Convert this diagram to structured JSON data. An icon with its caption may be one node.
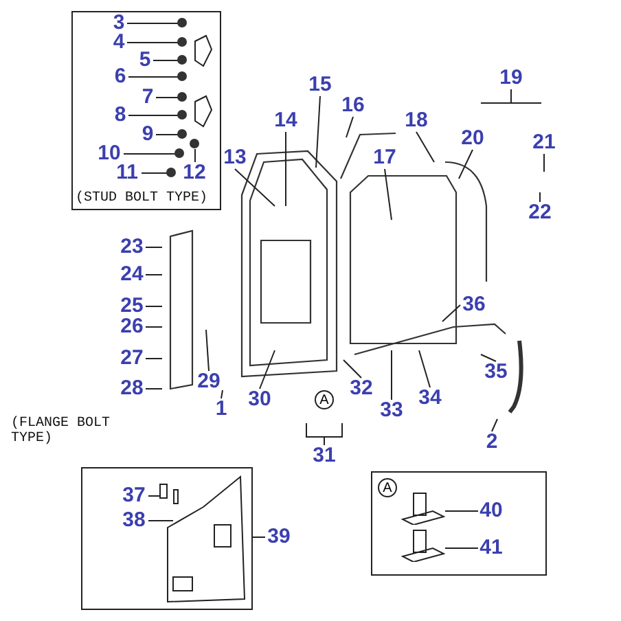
{
  "diagram": {
    "nodes": [
      {
        "text": [
          "(STUD BOLT TYPE)"
        ]
      },
      {
        "text": [
          "3"
        ],
        "in": 0
      },
      {
        "text": [
          "4"
        ],
        "in": 0
      },
      {
        "text": [
          "5"
        ],
        "in": 0
      },
      {
        "text": [
          "6"
        ],
        "in": 0
      },
      {
        "text": [
          "7"
        ],
        "in": 0
      },
      {
        "text": [
          "8"
        ],
        "in": 0
      },
      {
        "text": [
          "9"
        ],
        "in": 0
      },
      {
        "text": [
          "10"
        ],
        "in": 0
      },
      {
        "text": [
          "11"
        ],
        "in": 0
      },
      {
        "text": [
          "12"
        ],
        "in": 0
      },
      {
        "text": [
          "15"
        ]
      },
      {
        "text": [
          "16"
        ]
      },
      {
        "text": [
          "19"
        ]
      },
      {
        "text": [
          "13"
        ]
      },
      {
        "text": [
          "14"
        ]
      },
      {
        "text": [
          "18"
        ]
      },
      {
        "text": [
          "21"
        ]
      },
      {
        "text": [
          "17"
        ]
      },
      {
        "text": [
          "20"
        ]
      },
      {
        "text": [
          "22"
        ]
      },
      {
        "text": [
          "23"
        ]
      },
      {
        "text": [
          "24"
        ]
      },
      {
        "text": [
          "36"
        ]
      },
      {
        "text": [
          "25"
        ]
      },
      {
        "text": [
          "26"
        ]
      },
      {
        "text": [
          "27"
        ]
      },
      {
        "text": [
          "35"
        ]
      },
      {
        "text": [
          "29"
        ]
      },
      {
        "text": [
          "32"
        ]
      },
      {
        "text": [
          "28"
        ]
      },
      {
        "text": [
          "30"
        ]
      },
      {
        "text": [
          "34"
        ]
      },
      {
        "text": [
          "1"
        ]
      },
      {
        "text": [
          "33"
        ]
      },
      {
        "text": [
          "2"
        ]
      },
      {
        "text": [
          "31"
        ]
      },
      {
        "text": [],
        "shape": "box"
      },
      {
        "text": [
          "37"
        ],
        "in": 37
      },
      {
        "text": [
          "38"
        ],
        "in": 37
      },
      {
        "text": [
          "39"
        ]
      },
      {
        "text": [
          "A"
        ]
      },
      {
        "text": [
          "40"
        ],
        "in": 41
      },
      {
        "text": [
          "41"
        ],
        "in": 41
      },
      {
        "text": [],
        "shape": "box",
        "in": 37
      },
      {
        "text": [],
        "shape": "box",
        "in": 37
      },
      {
        "text": [],
        "shape": "picture",
        "in": 41
      },
      {
        "text": [],
        "shape": "picture",
        "in": 41
      },
      {
        "text": [],
        "shape": "circle",
        "in": 0
      },
      {
        "text": [],
        "shape": "circle",
        "in": 0
      },
      {
        "text": [],
        "shape": "circle",
        "in": 0
      },
      {
        "text": [],
        "shape": "circle",
        "in": 0
      },
      {
        "text": [],
        "shape": "circle",
        "in": 0
      },
      {
        "text": [],
        "shape": "circle",
        "in": 0
      },
      {
        "text": [],
        "shape": "circle",
        "in": 0
      },
      {
        "text": [],
        "shape": "circle",
        "in": 0
      },
      {
        "text": [],
        "shape": "circle",
        "in": 0
      },
      {
        "text": [],
        "shape": "circle",
        "in": 0
      }
    ],
    "edges": [
      {
        "from": 1,
        "to": 48,
        "arrow": "none"
      },
      {
        "from": 2,
        "to": 49,
        "arrow": "none"
      },
      {
        "from": 3,
        "to": 50,
        "arrow": "none"
      },
      {
        "from": 4,
        "to": 51,
        "arrow": "none"
      },
      {
        "from": 5,
        "to": 52,
        "arrow": "none"
      },
      {
        "from": 6,
        "to": 53,
        "arrow": "none"
      },
      {
        "from": 7,
        "to": 54,
        "arrow": "none"
      },
      {
        "from": 8,
        "to": 55,
        "arrow": "none"
      },
      {
        "from": 9,
        "to": 56,
        "arrow": "none"
      },
      {
        "from": 10,
        "to": 57,
        "arrow": "none"
      },
      {
        "from": 11,
        "to": null,
        "arrow": "none"
      },
      {
        "from": 12,
        "to": null,
        "arrow": "none"
      },
      {
        "from": 13,
        "to": null,
        "arrow": "none"
      },
      {
        "from": 14,
        "to": null,
        "arrow": "none"
      },
      {
        "from": 15,
        "to": null,
        "arrow": "none"
      },
      {
        "from": 16,
        "to": null,
        "arrow": "none"
      },
      {
        "from": 17,
        "to": null,
        "arrow": "none"
      },
      {
        "from": 18,
        "to": null,
        "arrow": "none"
      },
      {
        "from": 19,
        "to": null,
        "arrow": "none"
      },
      {
        "from": 20,
        "to": null,
        "arrow": "none"
      },
      {
        "from": 21,
        "to": null,
        "arrow": "none"
      },
      {
        "from": 22,
        "to": null,
        "arrow": "none"
      },
      {
        "from": 23,
        "to": null,
        "arrow": "none"
      },
      {
        "from": 24,
        "to": null,
        "arrow": "none"
      },
      {
        "from": 25,
        "to": null,
        "arrow": "none"
      },
      {
        "from": 26,
        "to": null,
        "arrow": "none"
      },
      {
        "from": 27,
        "to": null,
        "arrow": "none"
      },
      {
        "from": 28,
        "to": null,
        "arrow": "none"
      },
      {
        "from": 29,
        "to": null,
        "arrow": "none"
      },
      {
        "from": 30,
        "to": null,
        "arrow": "none"
      },
      {
        "from": 31,
        "to": null,
        "arrow": "none"
      },
      {
        "from": 32,
        "to": null,
        "arrow": "none"
      },
      {
        "from": 33,
        "to": null,
        "arrow": "none"
      },
      {
        "from": 34,
        "to": null,
        "arrow": "none"
      },
      {
        "from": 35,
        "to": null,
        "arrow": "none"
      },
      {
        "from": 36,
        "to": null,
        "arrow": "none"
      },
      {
        "from": 38,
        "to": 44,
        "arrow": "none"
      },
      {
        "from": 39,
        "to": 45,
        "arrow": "none"
      },
      {
        "from": 40,
        "to": 37,
        "arrow": "none"
      },
      {
        "from": 42,
        "to": 46,
        "arrow": "none"
      },
      {
        "from": 43,
        "to": 47,
        "arrow": "none"
      }
    ],
    "labels": [
      "(FLANGE BOLT TYPE)",
      "A"
    ]
  }
}
